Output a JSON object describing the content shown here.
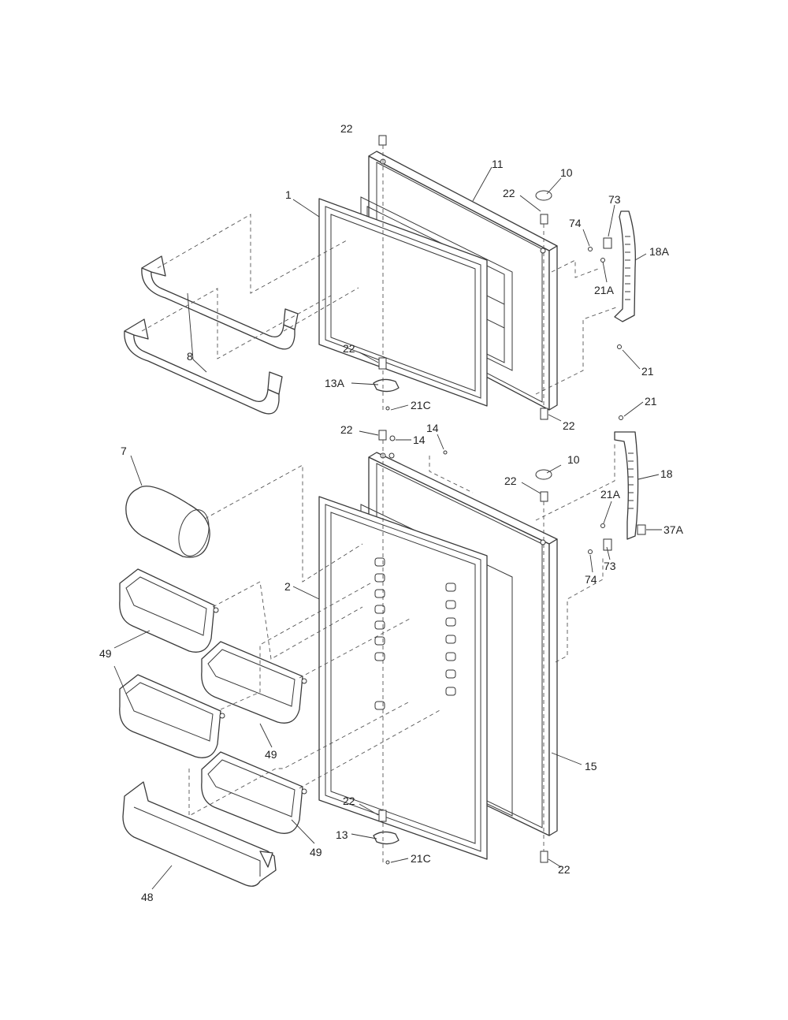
{
  "diagram": {
    "callouts": [
      {
        "id": "c22-top",
        "label": "22"
      },
      {
        "id": "c11",
        "label": "11"
      },
      {
        "id": "c10-top",
        "label": "10"
      },
      {
        "id": "c22-top-hinge",
        "label": "22"
      },
      {
        "id": "c73-top",
        "label": "73"
      },
      {
        "id": "c74-top",
        "label": "74"
      },
      {
        "id": "c18A",
        "label": "18A"
      },
      {
        "id": "c21A-top",
        "label": "21A"
      },
      {
        "id": "c21-top",
        "label": "21"
      },
      {
        "id": "c1",
        "label": "1"
      },
      {
        "id": "c8",
        "label": "8"
      },
      {
        "id": "c22-fz-bottom",
        "label": "22"
      },
      {
        "id": "c13A",
        "label": "13A"
      },
      {
        "id": "c21C-top",
        "label": "21C"
      },
      {
        "id": "c22-fz-right",
        "label": "22"
      },
      {
        "id": "c21-mid",
        "label": "21"
      },
      {
        "id": "c22-ff-top",
        "label": "22"
      },
      {
        "id": "c14-a",
        "label": "14"
      },
      {
        "id": "c14-b",
        "label": "14"
      },
      {
        "id": "c7",
        "label": "7"
      },
      {
        "id": "c10-mid",
        "label": "10"
      },
      {
        "id": "c18",
        "label": "18"
      },
      {
        "id": "c22-ff-hinge",
        "label": "22"
      },
      {
        "id": "c21A-mid",
        "label": "21A"
      },
      {
        "id": "c37A",
        "label": "37A"
      },
      {
        "id": "c73-mid",
        "label": "73"
      },
      {
        "id": "c74-mid",
        "label": "74"
      },
      {
        "id": "c2",
        "label": "2"
      },
      {
        "id": "c49-a",
        "label": "49"
      },
      {
        "id": "c49-b",
        "label": "49"
      },
      {
        "id": "c49-c",
        "label": "49"
      },
      {
        "id": "c49-d",
        "label": "49"
      },
      {
        "id": "c15",
        "label": "15"
      },
      {
        "id": "c22-ff-bottom",
        "label": "22"
      },
      {
        "id": "c13",
        "label": "13"
      },
      {
        "id": "c21C-bottom",
        "label": "21C"
      },
      {
        "id": "c22-ff-right",
        "label": "22"
      },
      {
        "id": "c48",
        "label": "48"
      }
    ]
  }
}
